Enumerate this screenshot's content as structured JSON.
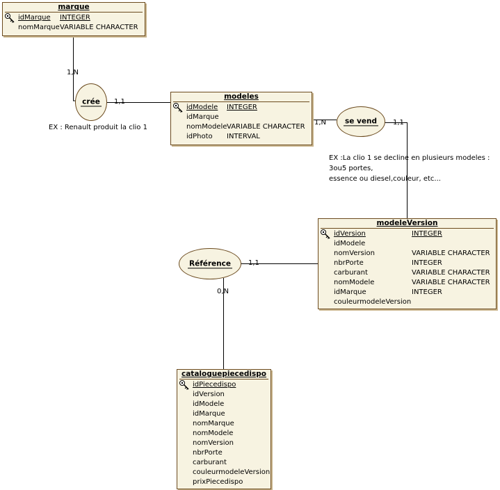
{
  "entities": {
    "marque": {
      "title": "marque",
      "rows": [
        {
          "name": "idMarque",
          "type": "INTEGER"
        },
        {
          "name": "nomMarque",
          "type": "VARIABLE CHARACTER"
        }
      ]
    },
    "modeles": {
      "title": "modeles",
      "rows": [
        {
          "name": "idModele",
          "type": "INTEGER"
        },
        {
          "name": "idMarque",
          "type": ""
        },
        {
          "name": "nomModele",
          "type": "VARIABLE CHARACTER"
        },
        {
          "name": "idPhoto",
          "type": "INTERVAL"
        }
      ]
    },
    "modeleVersion": {
      "title": "modeleVersion",
      "rows": [
        {
          "name": "idVersion",
          "type": "INTEGER"
        },
        {
          "name": "idModele",
          "type": ""
        },
        {
          "name": "nomVersion",
          "type": "VARIABLE CHARACTER"
        },
        {
          "name": "nbrPorte",
          "type": "INTEGER"
        },
        {
          "name": "carburant",
          "type": "VARIABLE CHARACTER"
        },
        {
          "name": "nomModele",
          "type": "VARIABLE CHARACTER"
        },
        {
          "name": "idMarque",
          "type": "INTEGER"
        },
        {
          "name": "couleurmodeleVersion",
          "type": ""
        }
      ]
    },
    "cataloguepiecedispo": {
      "title": "cataloguepiecedispo",
      "rows": [
        {
          "name": "idPiecedispo",
          "type": ""
        },
        {
          "name": "idVersion",
          "type": ""
        },
        {
          "name": "idModele",
          "type": ""
        },
        {
          "name": "idMarque",
          "type": ""
        },
        {
          "name": "nomMarque",
          "type": ""
        },
        {
          "name": "nomModele",
          "type": ""
        },
        {
          "name": "nomVersion",
          "type": ""
        },
        {
          "name": "nbrPorte",
          "type": ""
        },
        {
          "name": "carburant",
          "type": ""
        },
        {
          "name": "couleurmodeleVersion",
          "type": ""
        },
        {
          "name": "prixPiecedispo",
          "type": ""
        }
      ]
    }
  },
  "associations": {
    "cree": "crée",
    "sevend": "se vend",
    "reference": "Référence"
  },
  "cardinalities": {
    "marque_cree": "1,N",
    "cree_modeles": "1,1",
    "modeles_sevend": "1,N",
    "sevend_version": "1,1",
    "reference_version": "1,1",
    "reference_catalogue": "0,N"
  },
  "notes": {
    "renault": "EX : Renault produit la clio 1",
    "clio_lines": [
      "EX :La clio 1 se decline en plusieurs modeles :",
      "3ou5 portes,",
      "essence ou diesel,couleur, etc..."
    ]
  }
}
